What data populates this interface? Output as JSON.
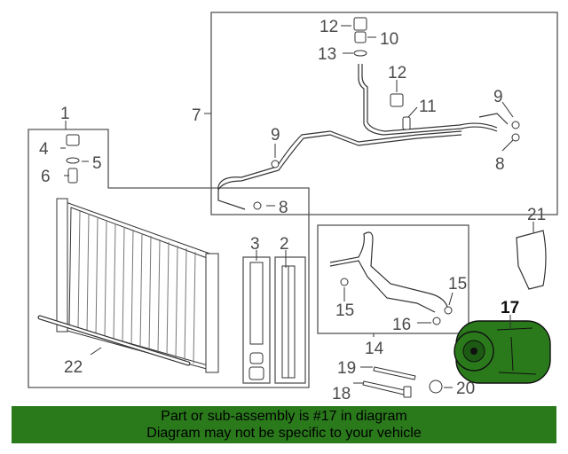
{
  "callouts": {
    "c1": "1",
    "c2": "2",
    "c3": "3",
    "c4": "4",
    "c5": "5",
    "c6": "6",
    "c7": "7",
    "c8a": "8",
    "c8b": "8",
    "c9a": "9",
    "c9b": "9",
    "c10": "10",
    "c11": "11",
    "c12a": "12",
    "c12b": "12",
    "c13": "13",
    "c14": "14",
    "c15a": "15",
    "c15b": "15",
    "c16": "16",
    "c17": "17",
    "c18": "18",
    "c19": "19",
    "c20": "20",
    "c21": "21",
    "c22": "22"
  },
  "highlight_part": "17",
  "highlight_color": "#2a7a1c",
  "banner": {
    "line1": "Part or sub-assembly is #17 in diagram",
    "line2": "Diagram may not be specific to your vehicle"
  }
}
